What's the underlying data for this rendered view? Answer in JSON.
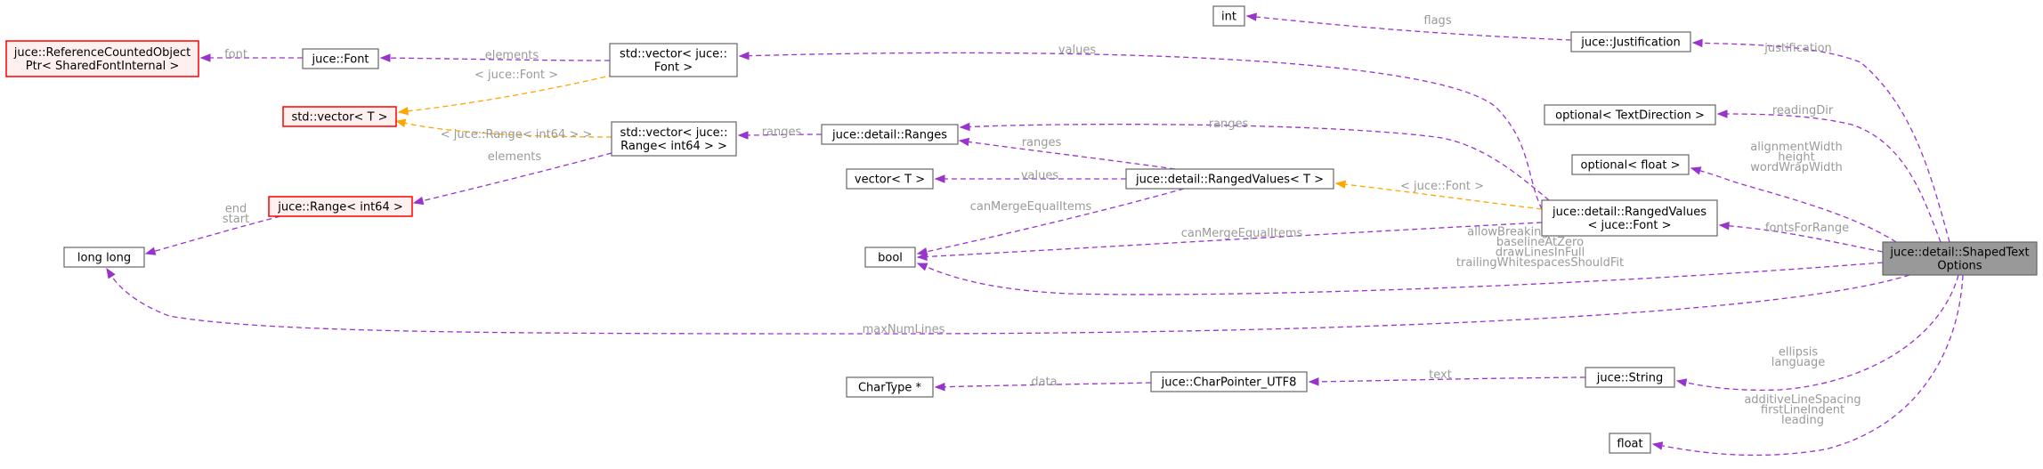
{
  "nodes": {
    "refcounted": [
      "juce::ReferenceCountedObject",
      "Ptr< SharedFontInternal >"
    ],
    "font": [
      "juce::Font"
    ],
    "vector_font": [
      "std::vector< juce::",
      "Font >"
    ],
    "int": [
      "int"
    ],
    "justification": [
      "juce::Justification"
    ],
    "vector_t": [
      "std::vector< T >"
    ],
    "vector_range": [
      "std::vector< juce::",
      "Range< int64 > >"
    ],
    "ranges": [
      "juce::detail::Ranges"
    ],
    "optional_textdir": [
      "optional< TextDirection >"
    ],
    "optional_float": [
      "optional< float >"
    ],
    "range_int64": [
      "juce::Range< int64 >"
    ],
    "vector_t2": [
      "vector< T >"
    ],
    "rangedvalues_t": [
      "juce::detail::RangedValues< T >"
    ],
    "rangedvalues_font": [
      "juce::detail::RangedValues",
      "< juce::Font >"
    ],
    "longlong": [
      "long long"
    ],
    "bool": [
      "bool"
    ],
    "shaped": [
      "juce::detail::ShapedText",
      "Options"
    ],
    "chartype": [
      "CharType *"
    ],
    "charpointer": [
      "juce::CharPointer_UTF8"
    ],
    "string": [
      "juce::String"
    ],
    "float": [
      "float"
    ]
  },
  "edges": {
    "font_refcounted": [
      "font"
    ],
    "vectorfont_font": [
      "elements"
    ],
    "vectorfont_vectort": [
      "< juce::Font >"
    ],
    "justification_int": [
      "flags"
    ],
    "shaped_justification": [
      "justification"
    ],
    "rangedfont_vectorfont": [
      "values"
    ],
    "vectorrange_vectort": [
      "< juce::Range< int64 > >"
    ],
    "vectorrange_range": [
      "elements"
    ],
    "ranges_vectorrange": [
      "ranges"
    ],
    "rangedfont_ranges": [
      "ranges"
    ],
    "rangedt_ranges": [
      "ranges"
    ],
    "shaped_textdir": [
      "readingDir"
    ],
    "shaped_optfloat": [
      "alignmentWidth",
      "height",
      "wordWrapWidth"
    ],
    "range_longlong": [
      "end",
      "start"
    ],
    "rangedt_vectort2": [
      "values"
    ],
    "rangedfont_rangedt": [
      "< juce::Font >"
    ],
    "shaped_rangedfont": [
      "fontsForRange"
    ],
    "rangedt_bool": [
      "canMergeEqualItems"
    ],
    "rangedfont_bool": [
      "canMergeEqualItems"
    ],
    "shaped_bool": [
      "allowBreakingInsideWord",
      "baselineAtZero",
      "drawLinesInFull",
      "trailingWhitespacesShouldFit"
    ],
    "shaped_longlong": [
      "maxNumLines"
    ],
    "charpointer_chartype": [
      "data"
    ],
    "string_charpointer": [
      "text"
    ],
    "shaped_string": [
      "ellipsis",
      "language"
    ],
    "shaped_float": [
      "additiveLineSpacing",
      "firstLineIndent",
      "leading"
    ]
  },
  "colors": {
    "purple_edge": "#9a32cd",
    "orange_edge": "#ffa500",
    "red_border": "#ff0000",
    "main_fill": "#999999"
  }
}
